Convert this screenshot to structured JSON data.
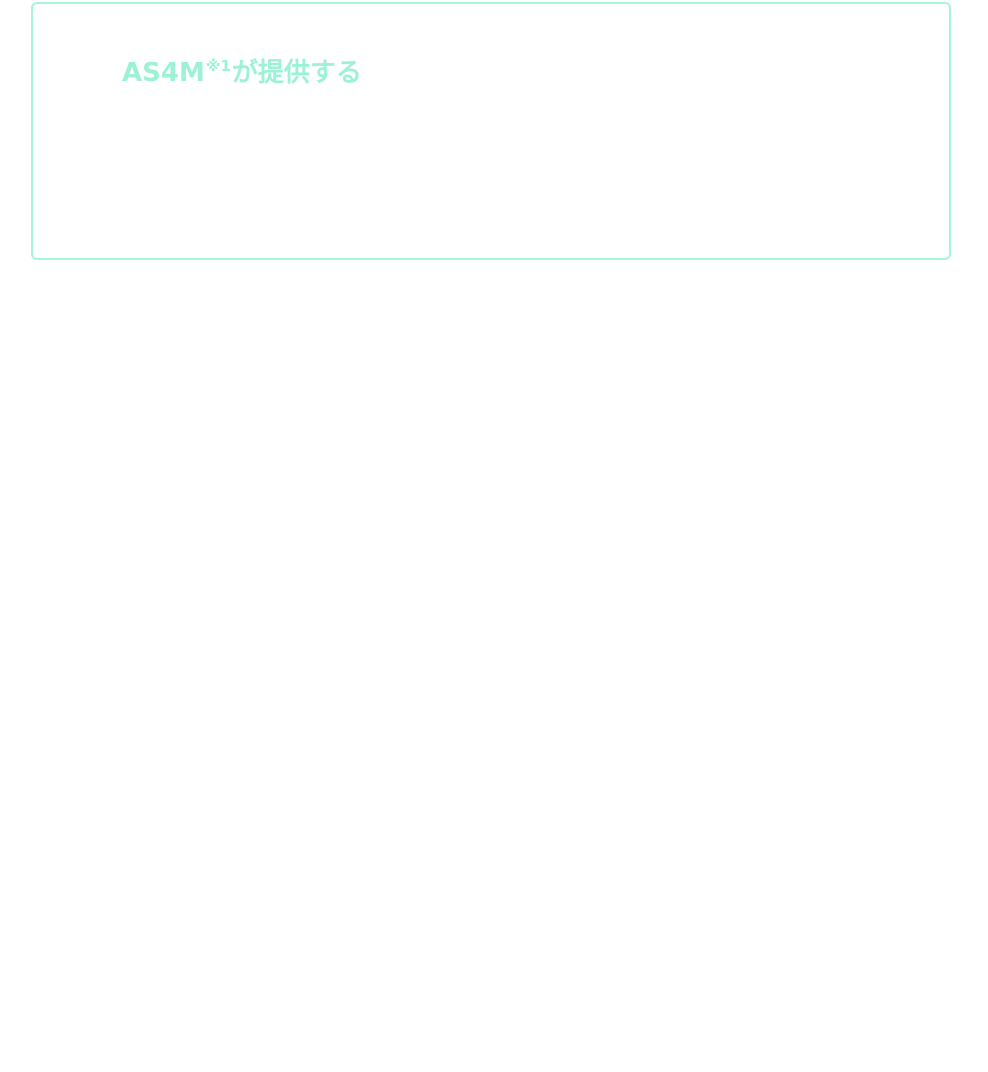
{
  "hero": {
    "brand": "AS4M",
    "note_mark": "※1",
    "tagline_suffix": "が提供する"
  },
  "colors": {
    "accent": "#9df2d6",
    "card_border": "#a7f3de",
    "background": "#ffffff"
  }
}
